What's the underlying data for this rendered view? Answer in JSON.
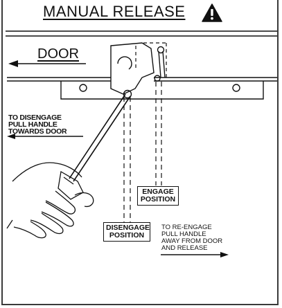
{
  "title": "MANUAL RELEASE",
  "warning_icon": "warning-triangle-icon",
  "labels": {
    "door": "DOOR",
    "disengage_instruction": [
      "TO DISENGAGE",
      "PULL HANDLE",
      "TOWARDS DOOR"
    ],
    "engage_position": [
      "ENGAGE",
      "POSITION"
    ],
    "disengage_position": [
      "DISENGAGE",
      "POSITION"
    ],
    "reengage_instruction": [
      "TO RE-ENGAGE",
      "PULL HANDLE",
      "AWAY FROM DOOR",
      "AND RELEASE"
    ]
  },
  "colors": {
    "ink": "#111111",
    "frame": "#3a3a3a",
    "background": "#ffffff"
  }
}
